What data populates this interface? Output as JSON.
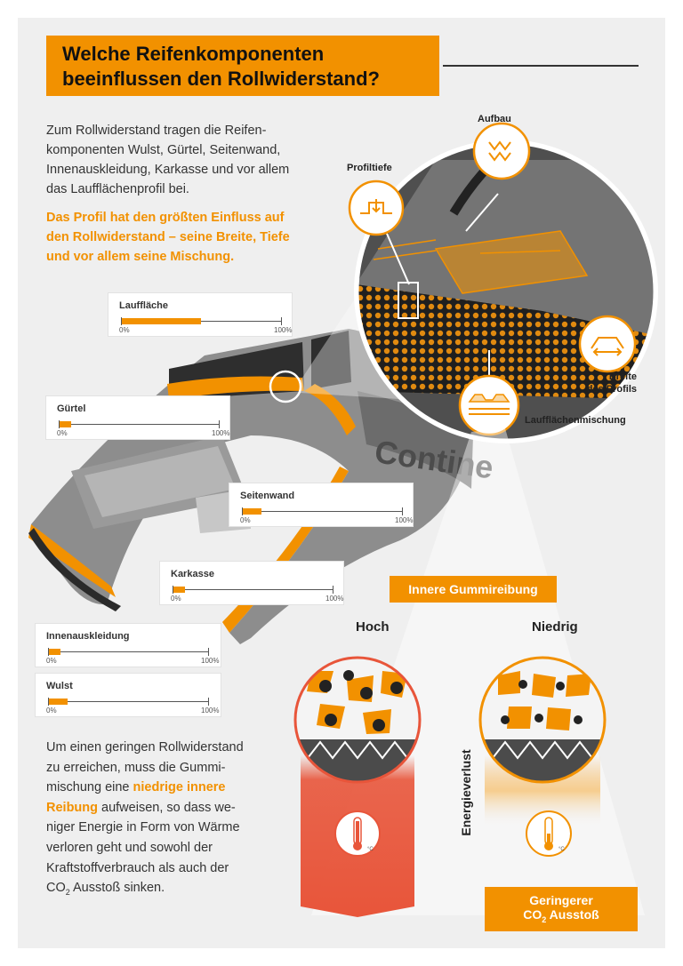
{
  "title": {
    "line1": "Welche Reifenkomponenten",
    "line2": "beeinflussen den Rollwiderstand?"
  },
  "intro": {
    "lines": [
      "Zum Rollwiderstand tragen die Reifen-",
      "komponenten Wulst, Gürtel, Seitenwand,",
      "Innenauskleidung, Karkasse und vor allem",
      "das Laufflächenprofil bei."
    ],
    "highlight_lines": [
      "Das Profil hat den größten Einfluss auf",
      "den Rollwiderstand – seine Breite, Tiefe",
      "und vor allem seine Mischung."
    ]
  },
  "components": [
    {
      "label": "Lauffläche",
      "share_pct": 50,
      "scale_min": "0%",
      "scale_max": "100%"
    },
    {
      "label": "Gürtel",
      "share_pct": 8,
      "scale_min": "0%",
      "scale_max": "100%"
    },
    {
      "label": "Seitenwand",
      "share_pct": 12,
      "scale_min": "0%",
      "scale_max": "100%"
    },
    {
      "label": "Karkasse",
      "share_pct": 8,
      "scale_min": "0%",
      "scale_max": "100%"
    },
    {
      "label": "Innenauskleidung",
      "share_pct": 8,
      "scale_min": "0%",
      "scale_max": "100%"
    },
    {
      "label": "Wulst",
      "share_pct": 12,
      "scale_min": "0%",
      "scale_max": "100%"
    }
  ],
  "brand_lettering": "Contine",
  "profile_factors": {
    "aufbau": "Aufbau",
    "profiltiefe": "Profiltiefe",
    "breite_line1": "Breite",
    "breite_line2": "des Profils",
    "mischung": "Laufflächenmischung"
  },
  "friction": {
    "heading": "Innere Gummireibung",
    "high": "Hoch",
    "low": "Niedrig",
    "axis_label": "Energieverlust",
    "thermo_unit": "°C",
    "result_line1": "Geringerer",
    "result_line2_main": "CO",
    "result_line2_sub": "2",
    "result_line2_rest": " Ausstoß"
  },
  "outro": {
    "line1": "Um einen geringen Rollwiderstand",
    "line2": "zu erreichen, muss die Gummi-",
    "line3_pre": "mischung eine ",
    "line3_hl": "niedrige innere",
    "line4_hl": "Reibung",
    "line4_post": " aufweisen, so dass we-",
    "line5": "niger Energie in Form von Wärme",
    "line6": "verloren geht und sowohl der",
    "line7": "Kraftstoffverbrauch als auch der",
    "line8_main": "CO",
    "line8_sub": "2",
    "line8_post": " Ausstoß sinken."
  },
  "colors": {
    "accent": "#f29100",
    "background": "#efefef",
    "heat_red": "#e8553a"
  }
}
